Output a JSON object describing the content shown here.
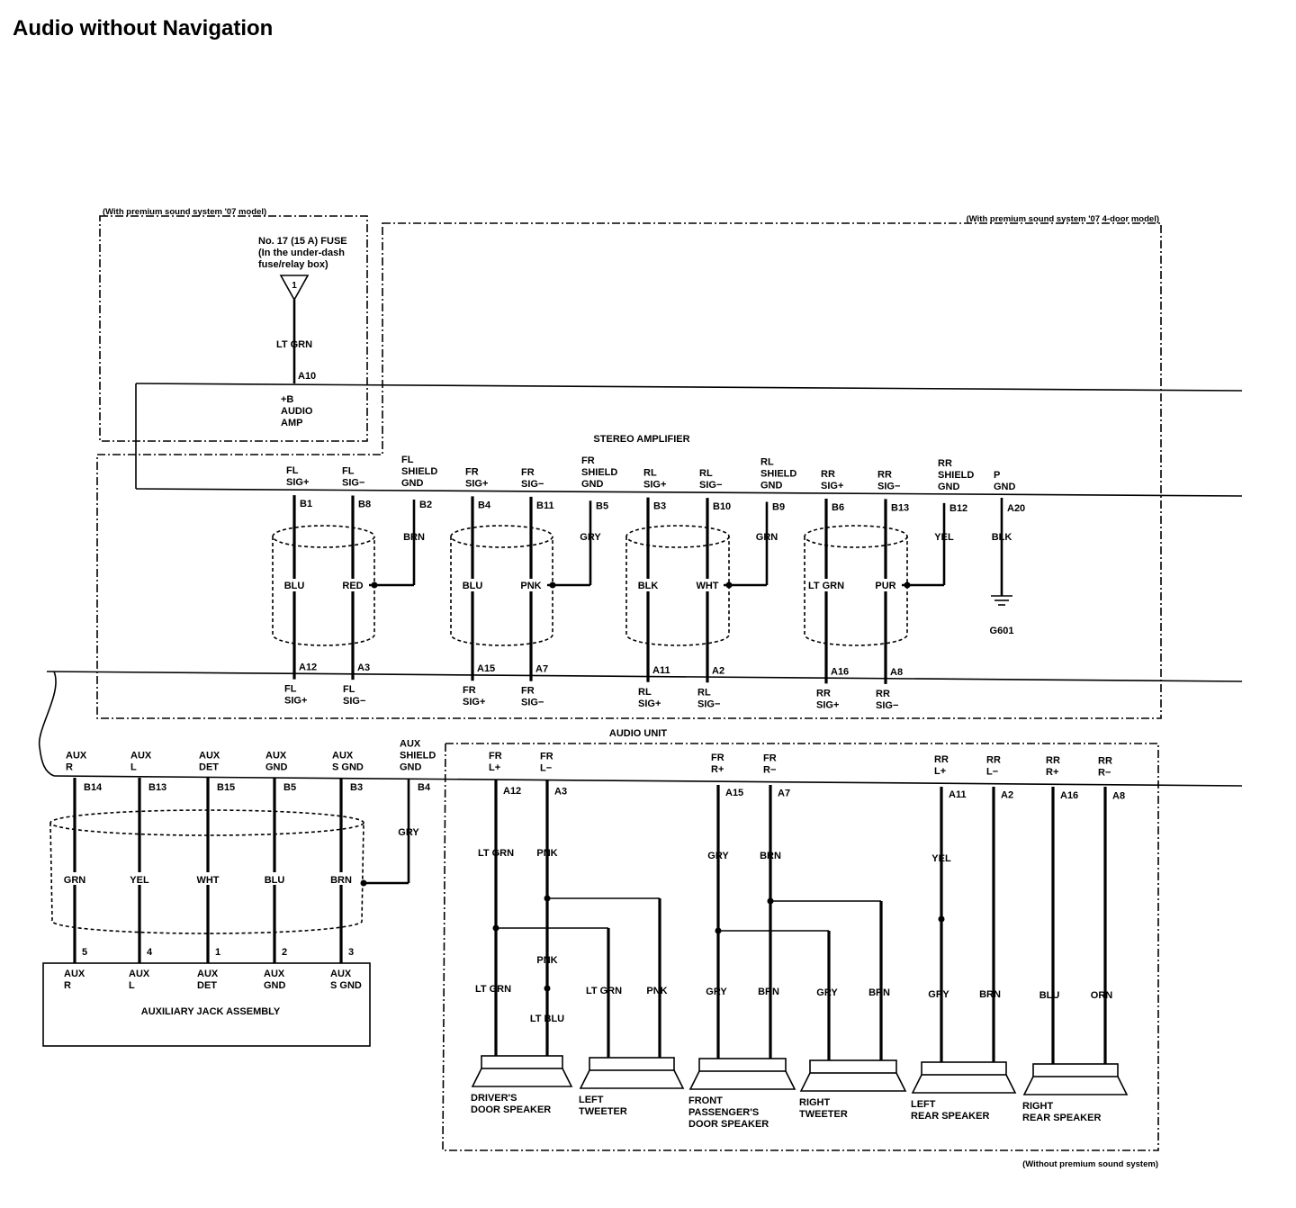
{
  "title": "Audio without Navigation",
  "boxes": {
    "premium_07": "(With premium sound system '07 model)",
    "premium_07_4door": "(With premium sound system '07 4-door model)",
    "without_premium": "(Without premium sound system)"
  },
  "fuse": {
    "lines": [
      "No. 17 (15 A) FUSE",
      "(In the under-dash",
      "fuse/relay box)"
    ],
    "number": "1",
    "wire_color": "LT GRN",
    "pin": "A10"
  },
  "amp_power": {
    "lines": [
      "+B",
      "AUDIO",
      "AMP"
    ]
  },
  "stereo_amplifier": {
    "label": "STEREO AMPLIFIER",
    "top_terminals": [
      {
        "lines": [
          "FL",
          "SIG+"
        ],
        "pin": "B1",
        "wire": "BLU"
      },
      {
        "lines": [
          "FL",
          "SIG−"
        ],
        "pin": "B8",
        "wire": "RED"
      },
      {
        "lines": [
          "FL",
          "SHIELD",
          "GND"
        ],
        "pin": "B2",
        "wire": "BRN"
      },
      {
        "lines": [
          "FR",
          "SIG+"
        ],
        "pin": "B4",
        "wire": "BLU"
      },
      {
        "lines": [
          "FR",
          "SIG−"
        ],
        "pin": "B11",
        "wire": "PNK"
      },
      {
        "lines": [
          "FR",
          "SHIELD",
          "GND"
        ],
        "pin": "B5",
        "wire": "GRY"
      },
      {
        "lines": [
          "RL",
          "SIG+"
        ],
        "pin": "B3",
        "wire": "BLK"
      },
      {
        "lines": [
          "RL",
          "SIG−"
        ],
        "pin": "B10",
        "wire": "WHT"
      },
      {
        "lines": [
          "RL",
          "SHIELD",
          "GND"
        ],
        "pin": "B9",
        "wire": "GRN"
      },
      {
        "lines": [
          "RR",
          "SIG+"
        ],
        "pin": "B6",
        "wire": "LT GRN"
      },
      {
        "lines": [
          "RR",
          "SIG−"
        ],
        "pin": "B13",
        "wire": "PUR"
      },
      {
        "lines": [
          "RR",
          "SHIELD",
          "GND"
        ],
        "pin": "B12",
        "wire": "YEL"
      },
      {
        "lines": [
          "P",
          "GND"
        ],
        "pin": "A20",
        "wire": "BLK"
      }
    ],
    "ground": "G601",
    "bottom_terminals": [
      {
        "lines": [
          "FL",
          "SIG+"
        ],
        "pin": "A12"
      },
      {
        "lines": [
          "FL",
          "SIG−"
        ],
        "pin": "A3"
      },
      {
        "lines": [
          "FR",
          "SIG+"
        ],
        "pin": "A15"
      },
      {
        "lines": [
          "FR",
          "SIG−"
        ],
        "pin": "A7"
      },
      {
        "lines": [
          "RL",
          "SIG+"
        ],
        "pin": "A11"
      },
      {
        "lines": [
          "RL",
          "SIG−"
        ],
        "pin": "A2"
      },
      {
        "lines": [
          "RR",
          "SIG+"
        ],
        "pin": "A16"
      },
      {
        "lines": [
          "RR",
          "SIG−"
        ],
        "pin": "A8"
      }
    ]
  },
  "audio_unit": {
    "label": "AUDIO UNIT",
    "aux_terminals": [
      {
        "lines": [
          "AUX",
          "R"
        ],
        "pin": "B14",
        "wire": "GRN",
        "jack_pin": "5"
      },
      {
        "lines": [
          "AUX",
          "L"
        ],
        "pin": "B13",
        "wire": "YEL",
        "jack_pin": "4"
      },
      {
        "lines": [
          "AUX",
          "DET"
        ],
        "pin": "B15",
        "wire": "WHT",
        "jack_pin": "1"
      },
      {
        "lines": [
          "AUX",
          "GND"
        ],
        "pin": "B5",
        "wire": "BLU",
        "jack_pin": "2"
      },
      {
        "lines": [
          "AUX",
          "S GND"
        ],
        "pin": "B3",
        "wire": "BRN",
        "jack_pin": "3"
      },
      {
        "lines": [
          "AUX",
          "SHIELD",
          "GND"
        ],
        "pin": "B4",
        "wire": "GRY"
      }
    ],
    "speaker_terminals": [
      {
        "lines": [
          "FR",
          "L+"
        ],
        "pin": "A12",
        "wire": "LT GRN"
      },
      {
        "lines": [
          "FR",
          "L−"
        ],
        "pin": "A3",
        "wire": "PNK"
      },
      {
        "lines": [
          "FR",
          "R+"
        ],
        "pin": "A15",
        "wire": "GRY"
      },
      {
        "lines": [
          "FR",
          "R−"
        ],
        "pin": "A7",
        "wire": "BRN"
      },
      {
        "lines": [
          "RR",
          "L+"
        ],
        "pin": "A11",
        "wire": "YEL"
      },
      {
        "lines": [
          "RR",
          "L−"
        ],
        "pin": "A2",
        "wire": "BRN"
      },
      {
        "lines": [
          "RR",
          "R+"
        ],
        "pin": "A16",
        "wire": "BLU"
      },
      {
        "lines": [
          "RR",
          "R−"
        ],
        "pin": "A8",
        "wire": "ORN"
      }
    ]
  },
  "aux_jack": {
    "label": "AUXILIARY JACK ASSEMBLY",
    "terminals": [
      {
        "lines": [
          "AUX",
          "R"
        ]
      },
      {
        "lines": [
          "AUX",
          "L"
        ]
      },
      {
        "lines": [
          "AUX",
          "DET"
        ]
      },
      {
        "lines": [
          "AUX",
          "GND"
        ]
      },
      {
        "lines": [
          "AUX",
          "S GND"
        ]
      }
    ]
  },
  "speaker_wires": {
    "driver_plus": "LT GRN",
    "driver_minus_top": "PNK",
    "driver_minus_bottom": "LT BLU",
    "left_tweeter_plus": "LT GRN",
    "left_tweeter_minus": "PNK",
    "pass_plus": "GRY",
    "pass_minus": "BRN",
    "right_tweeter_plus": "GRY",
    "right_tweeter_minus": "BRN",
    "left_rear_plus": "GRY",
    "left_rear_minus": "BRN",
    "right_rear_plus": "BLU",
    "right_rear_minus": "ORN"
  },
  "speakers": [
    {
      "lines": [
        "DRIVER'S",
        "DOOR SPEAKER"
      ]
    },
    {
      "lines": [
        "LEFT",
        "TWEETER"
      ]
    },
    {
      "lines": [
        "FRONT",
        "PASSENGER'S",
        "DOOR SPEAKER"
      ]
    },
    {
      "lines": [
        "RIGHT",
        "TWEETER"
      ]
    },
    {
      "lines": [
        "LEFT",
        "REAR SPEAKER"
      ]
    },
    {
      "lines": [
        "RIGHT",
        "REAR SPEAKER"
      ]
    }
  ]
}
